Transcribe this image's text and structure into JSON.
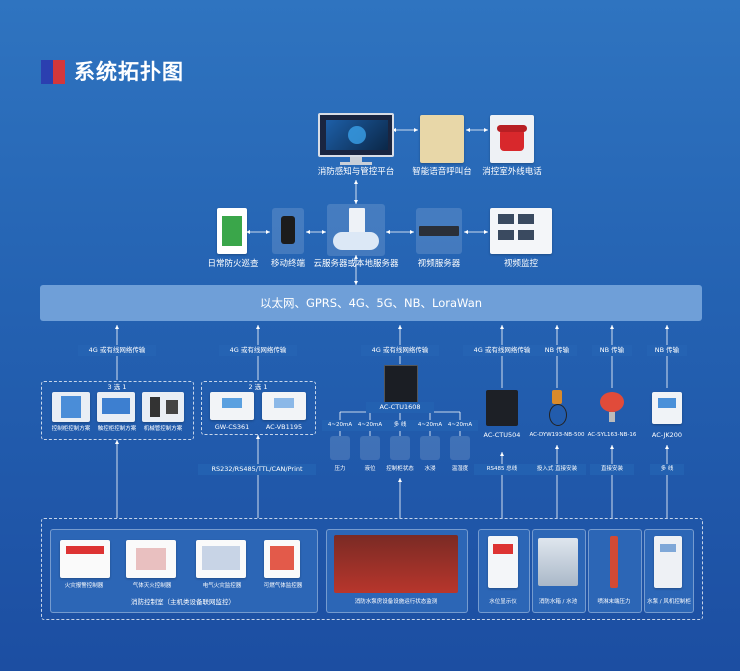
{
  "title": "系统拓扑图",
  "colors": {
    "bg_top": "#2f74c0",
    "bg_bottom": "#1c4ea2",
    "bar": "#6f9fd8",
    "title_red": "#d4373b",
    "title_blue": "#2b3fb0"
  },
  "top_row": {
    "platform": "消防感知与管控平台",
    "voice": "智能语音呼叫台",
    "phone": "消控室外线电话"
  },
  "server_row": {
    "patrol": "日常防火巡查",
    "mobile": "移动终端",
    "cloud": "云服务器或本地服务器",
    "video_server": "视频服务器",
    "video_monitor": "视频监控"
  },
  "network_bar": "以太网、GPRS、4G、5G、NB、LoraWan",
  "links": {
    "l1": "4G 或有线网络传输",
    "l2": "4G 或有线网络传输",
    "l3": "4G 或有线网络传输",
    "l4": "4G 或有线网络传输",
    "nb1": "NB 传输",
    "nb2": "NB 传输",
    "nb3": "NB 传输"
  },
  "group1": {
    "tag": "3 选 1",
    "items": [
      "控制柜控制方案",
      "触控柜控制方案",
      "机械管控制方案"
    ]
  },
  "group2": {
    "tag": "2 选 1",
    "items": [
      "GW-CS361",
      "AC-VB1195"
    ],
    "protocol": "RS232/RS485/TTL/CAN/Print"
  },
  "ctu1608": {
    "name": "AC-CTU1608",
    "signals": [
      "4~20mA",
      "4~20mA",
      "多 线",
      "4~20mA",
      "4~20mA"
    ],
    "sensors": [
      "压力",
      "液位",
      "控制柜状态",
      "水浸",
      "温湿度"
    ]
  },
  "devices": {
    "ctu504": "AC-CTU504",
    "rs485": "RS485 总线",
    "dyw": "AC-DYW193-NB-500",
    "dyw_note": "投入式 直接安装",
    "syl": "AC-SYL163-NB-16",
    "syl_note": "直接安装",
    "jk200": "AC-JK200",
    "jk200_note": "多 线"
  },
  "bottom": {
    "room_items": [
      "火灾报警控制器",
      "气体灭火控制器",
      "电气火灾监控器",
      "可燃气体监控器"
    ],
    "room_caption": "消防控制室（主机类设备联网监控）",
    "pump": "消防水泵房设备设施运行状态监测",
    "level_display": "水位显示仪",
    "tank": "消防水箱 / 水池",
    "spray": "喷淋末端压力",
    "pump_cab": "水泵 / 风机控制柜"
  }
}
